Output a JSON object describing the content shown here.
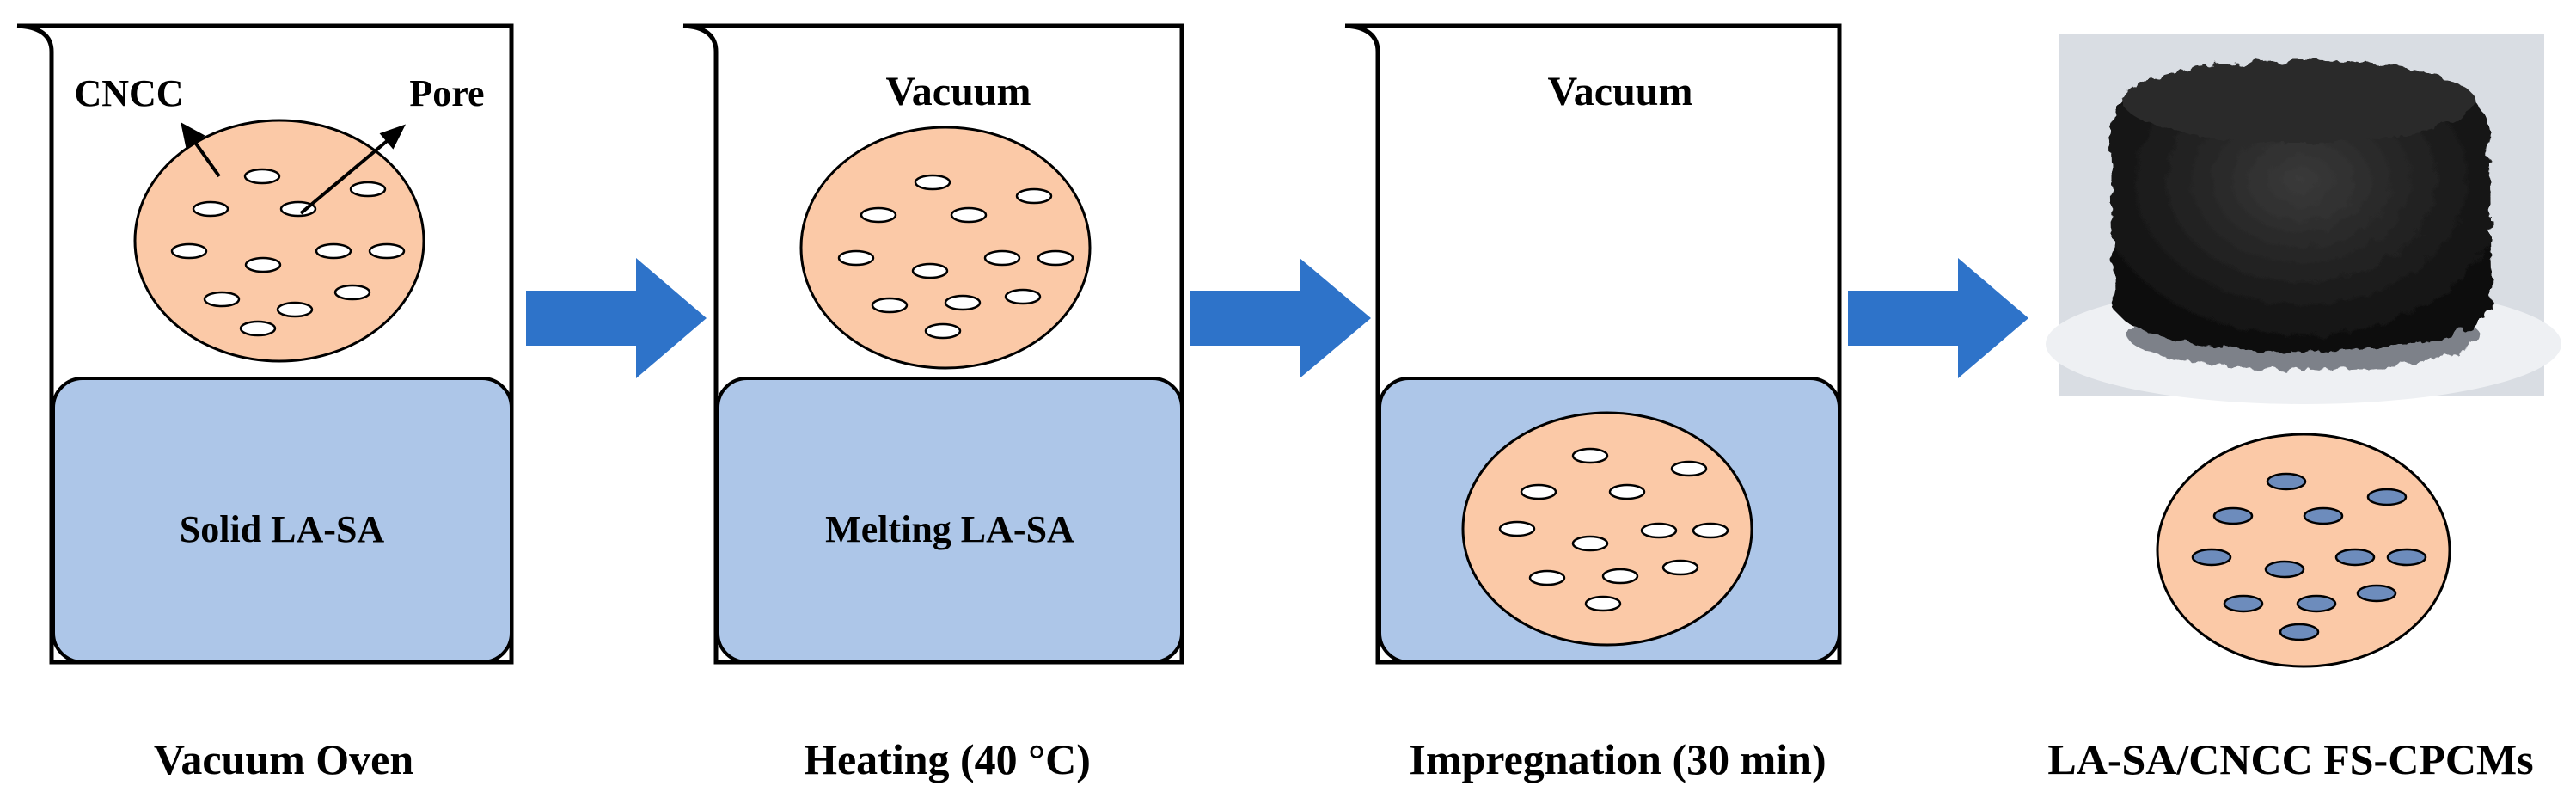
{
  "colors": {
    "liquid": "#adc6e8",
    "particle": "#fbc9a7",
    "pore_empty": "#ffffff",
    "pore_filled": "#6d8cbc",
    "arrow": "#2e73c9",
    "stroke": "#000000",
    "sample": "#1a1a1a"
  },
  "steps": [
    {
      "header": "",
      "liquid_label": "Solid LA-SA",
      "caption": "Vacuum Oven",
      "annotations": {
        "cncc": "CNCC",
        "pore": "Pore"
      }
    },
    {
      "header": "Vacuum",
      "liquid_label": "Melting LA-SA",
      "caption": "Heating (40 °C)"
    },
    {
      "header": "Vacuum",
      "liquid_label": "",
      "caption": "Impregnation (30 min)"
    },
    {
      "header": "",
      "liquid_label": "",
      "caption": "LA-SA/CNCC FS-CPCMs"
    }
  ]
}
